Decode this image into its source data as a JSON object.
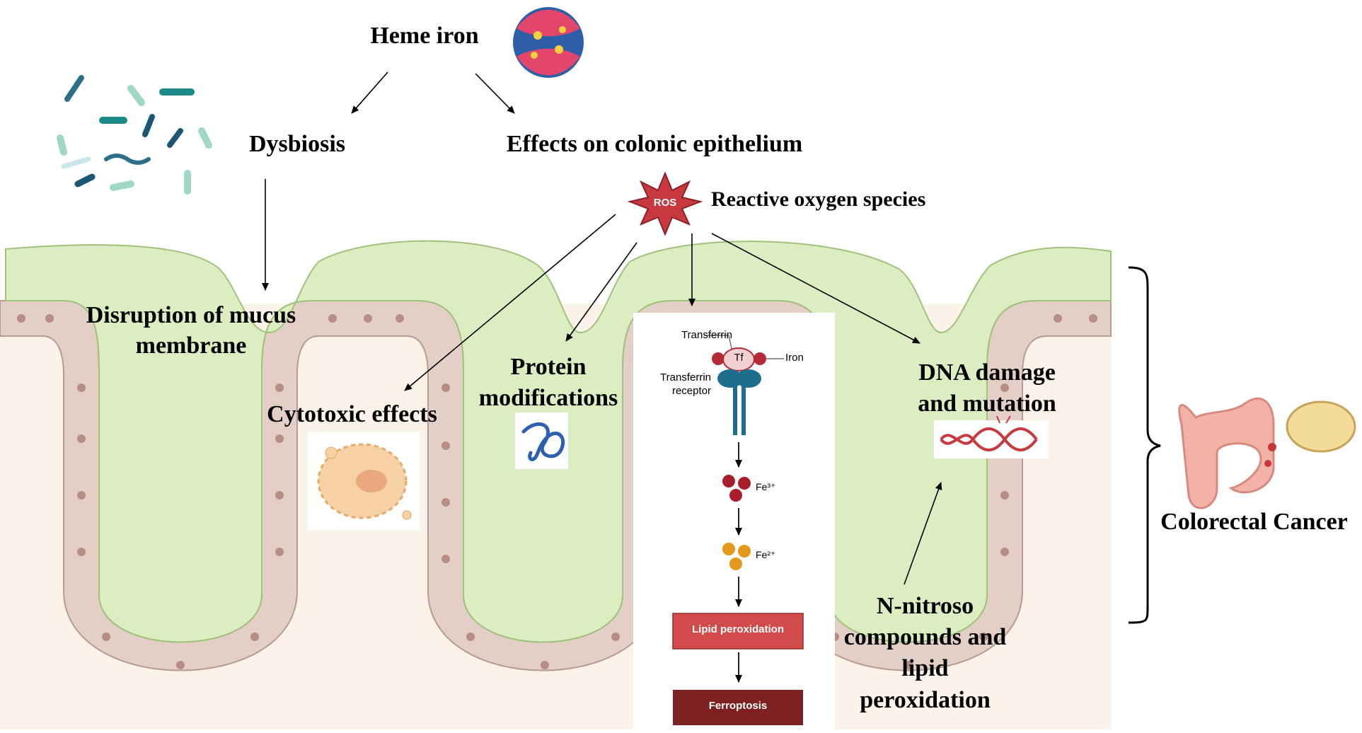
{
  "heme": {
    "label": "Heme iron"
  },
  "branches": {
    "dysbiosis": "Dysbiosis",
    "colonic": "Effects on colonic epithelium"
  },
  "ros": {
    "badge": "ROS",
    "label": "Reactive oxygen species"
  },
  "effects": {
    "mucus": [
      "Disruption of mucus",
      "membrane"
    ],
    "cytotoxic": "Cytotoxic effects",
    "protein": [
      "Protein",
      "modifications"
    ],
    "dna": [
      "DNA damage",
      "and mutation"
    ],
    "nitroso": [
      "N-nitroso",
      "compounds and",
      "lipid",
      "peroxidation"
    ]
  },
  "ferroptosis_panel": {
    "transferrin": "Transferrin",
    "tf": "Tf",
    "iron": "Iron",
    "receptor": [
      "Transferrin",
      "receptor"
    ],
    "fe3": "Fe³⁺",
    "fe2": "Fe²⁺",
    "lipid": "Lipid peroxidation",
    "ferroptosis": "Ferroptosis"
  },
  "outcome": {
    "label": "Colorectal Cancer"
  },
  "colors": {
    "mucus": "#dcedc1",
    "epithelium": "#e3cfc6",
    "lumen_bg": "#fbf3ea",
    "ros": "#c8393f",
    "lipid_box": "#d14b4b",
    "ferroptosis_box": "#7d2020",
    "fe3": "#a81e2a",
    "fe2": "#e39a1c"
  }
}
